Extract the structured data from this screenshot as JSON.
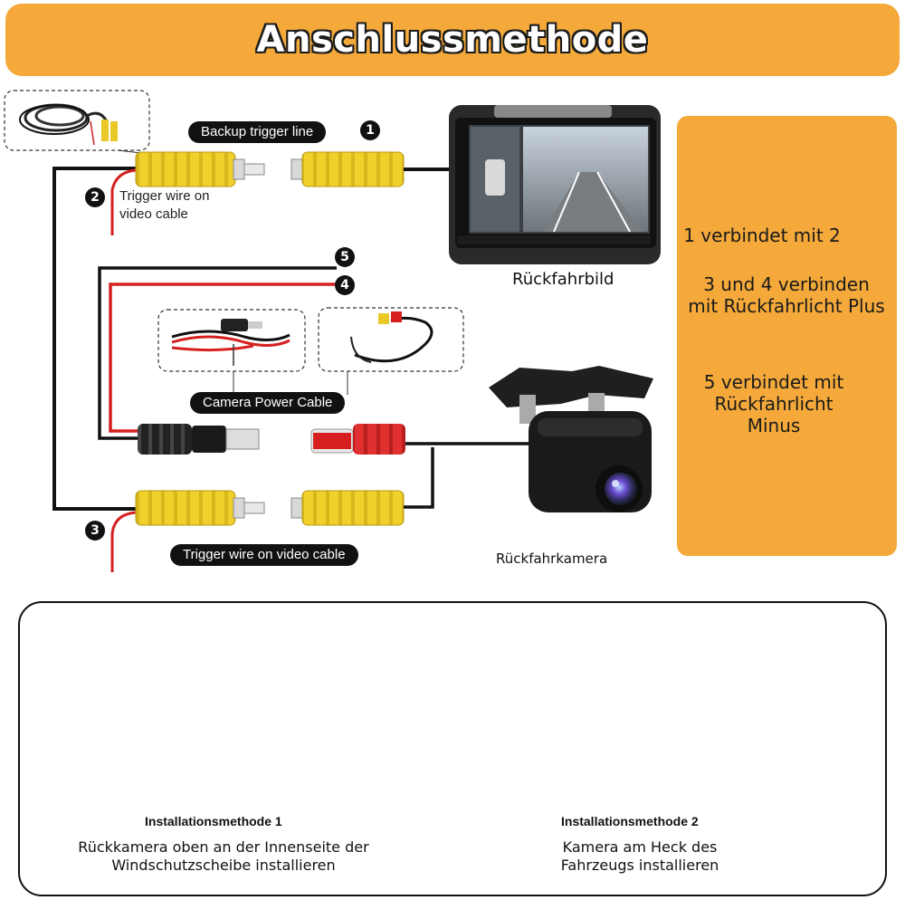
{
  "header": {
    "title": "Anschlussmethode"
  },
  "labels": {
    "backup_trigger_line": "Backup trigger line",
    "trigger_wire_on_video_cable_top": "Trigger wire on video cable",
    "camera_power_cable": "Camera Power Cable",
    "trigger_wire_on_video_cable_bottom": "Trigger wire on video cable"
  },
  "badges": {
    "b1": "1",
    "b2": "2",
    "b3": "3",
    "b4": "4",
    "b5": "5"
  },
  "captions": {
    "monitor": "Rückfahrbild",
    "camera": "Rückfahrkamera"
  },
  "side_panel": {
    "line1": "1 verbindet mit 2",
    "line2": "3 und 4 verbinden mit Rückfahrlicht Plus",
    "line3": "5 verbindet mit Rückfahrlicht Minus"
  },
  "installation": {
    "method1": {
      "title": "Installationsmethode 1",
      "description": "Rückkamera oben an der Innenseite der Windschutzscheibe installieren"
    },
    "method2": {
      "title": "Installationsmethode 2",
      "description": "Kamera am Heck des Fahrzeugs installieren"
    }
  },
  "colors": {
    "accent_orange": "#f4a93a",
    "rca_yellow": "#f2d02b",
    "wire_red": "#d62020",
    "wire_black": "#111111",
    "connector_red": "#e03030"
  },
  "icons": {
    "cable_preview": "coiled-cable-icon",
    "power_cable_preview": "power-cable-icon",
    "trigger_cable_preview": "trigger-cable-icon",
    "monitor": "car-monitor-icon",
    "camera": "rear-camera-icon",
    "car_interior": "car-cutaway-icon",
    "camera_inset": "camera-inset-icon",
    "rear_inset": "rear-camera-inset-icon"
  }
}
